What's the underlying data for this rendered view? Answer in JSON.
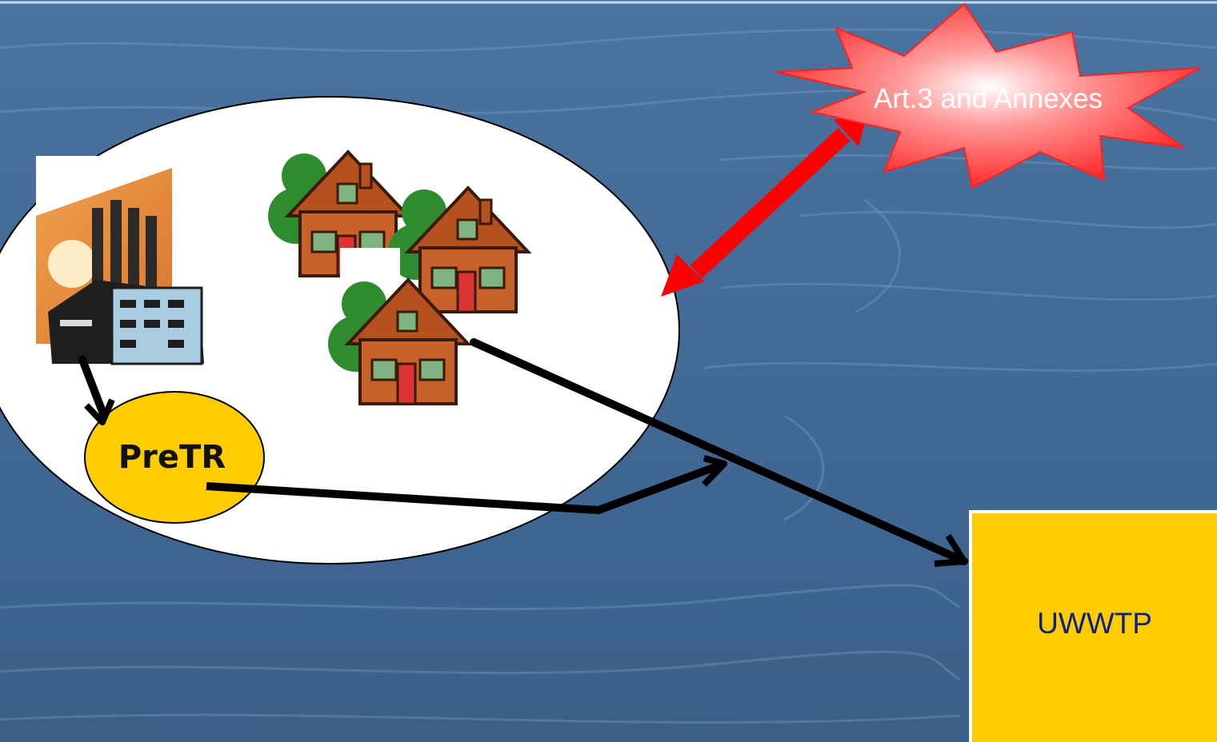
{
  "labels": {
    "art3": "Art.3 and Annexes",
    "pretr": "PreTR",
    "uwwtp": "UWWTP"
  },
  "icons": [
    "factory-icon",
    "house-icon",
    "red-starburst",
    "red-double-arrow"
  ],
  "colors": {
    "background": "#3f6791",
    "ellipse": "#ffffff",
    "pretr_fill": "#ffcc00",
    "uwwtp_fill": "#ffcc00",
    "arrow": "#000000",
    "starburst": "#ff2a2a",
    "uwwtp_text": "#0d1f8a"
  }
}
